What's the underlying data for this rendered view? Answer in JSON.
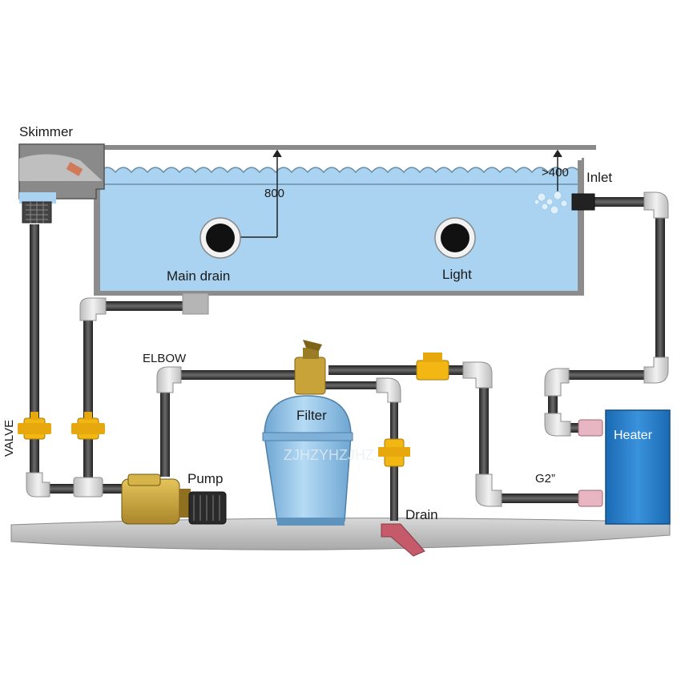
{
  "labels": {
    "skimmer": "Skimmer",
    "depth": "800",
    "inlet_depth": ">400",
    "inlet": "Inlet",
    "main_drain": "Main drain",
    "light": "Light",
    "elbow": "ELBOW",
    "valve": "VALVE",
    "filter": "Filter",
    "pump": "Pump",
    "drain": "Drain",
    "heater": "Heater",
    "pipe_size": "G2”"
  },
  "watermark": "ZJHZYHZJHZ",
  "colors": {
    "water": "#a9d3f1",
    "pool_border": "#8c8c8c",
    "pipe": "#3d3d3d",
    "pipe_fitting": "#d9d9d9",
    "valve": "#f2b713",
    "filter_tank": "#8fbfe2",
    "pump_body": "#c8a33a",
    "heater": "#1f7ac9",
    "ground": "#c9c9c9",
    "drain_outlet": "#c45a6a"
  }
}
